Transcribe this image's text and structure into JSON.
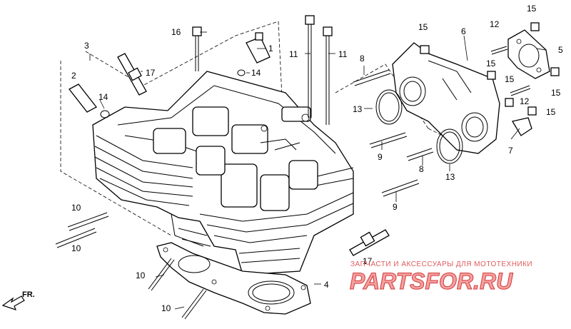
{
  "callouts": {
    "c1": "1",
    "c2": "2",
    "c3": "3",
    "c4": "4",
    "c5": "5",
    "c6": "6",
    "c7": "7",
    "c8a": "8",
    "c8b": "8",
    "c9a": "9",
    "c9b": "9",
    "c10a": "10",
    "c10b": "10",
    "c10c": "10",
    "c10d": "10",
    "c11a": "11",
    "c11b": "11",
    "c12a": "12",
    "c12b": "12",
    "c13a": "13",
    "c13b": "13",
    "c14a": "14",
    "c14b": "14",
    "c15a": "15",
    "c15b": "15",
    "c15c": "15",
    "c15d": "15",
    "c15e": "15",
    "c15f": "15",
    "c16": "16",
    "c17a": "17",
    "c17b": "17"
  },
  "direction_marker": "FR.",
  "watermark": {
    "subtitle": "ЗАПЧАСТИ И АКСЕССУАРЫ ДЛЯ МОТОТЕХНИКИ",
    "brand": "PARTSFOR.RU",
    "color": "#d23a3a"
  },
  "icons": {
    "direction": "arrow-icon"
  }
}
